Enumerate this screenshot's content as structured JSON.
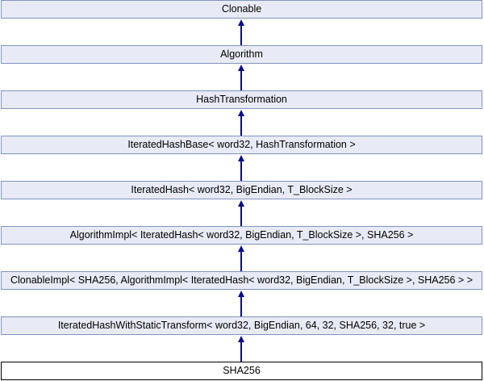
{
  "diagram": {
    "type": "class-inheritance",
    "colors": {
      "node_fill": "#e8eaf5",
      "node_border": "#8193c0",
      "current_node_fill": "#ffffff",
      "current_node_border": "#000000",
      "arrow": "#0b0b8a",
      "text": "#000000"
    },
    "nodes": [
      {
        "label": "Clonable"
      },
      {
        "label": "Algorithm"
      },
      {
        "label": "HashTransformation"
      },
      {
        "label": "IteratedHashBase< word32, HashTransformation >"
      },
      {
        "label": "IteratedHash< word32, BigEndian, T_BlockSize >"
      },
      {
        "label": "AlgorithmImpl< IteratedHash< word32, BigEndian, T_BlockSize >, SHA256 >"
      },
      {
        "label": "ClonableImpl< SHA256, AlgorithmImpl< IteratedHash< word32, BigEndian, T_BlockSize >, SHA256 > >"
      },
      {
        "label": "IteratedHashWithStaticTransform< word32, BigEndian, 64, 32, SHA256, 32, true >"
      },
      {
        "label": "SHA256",
        "current": true
      }
    ]
  }
}
